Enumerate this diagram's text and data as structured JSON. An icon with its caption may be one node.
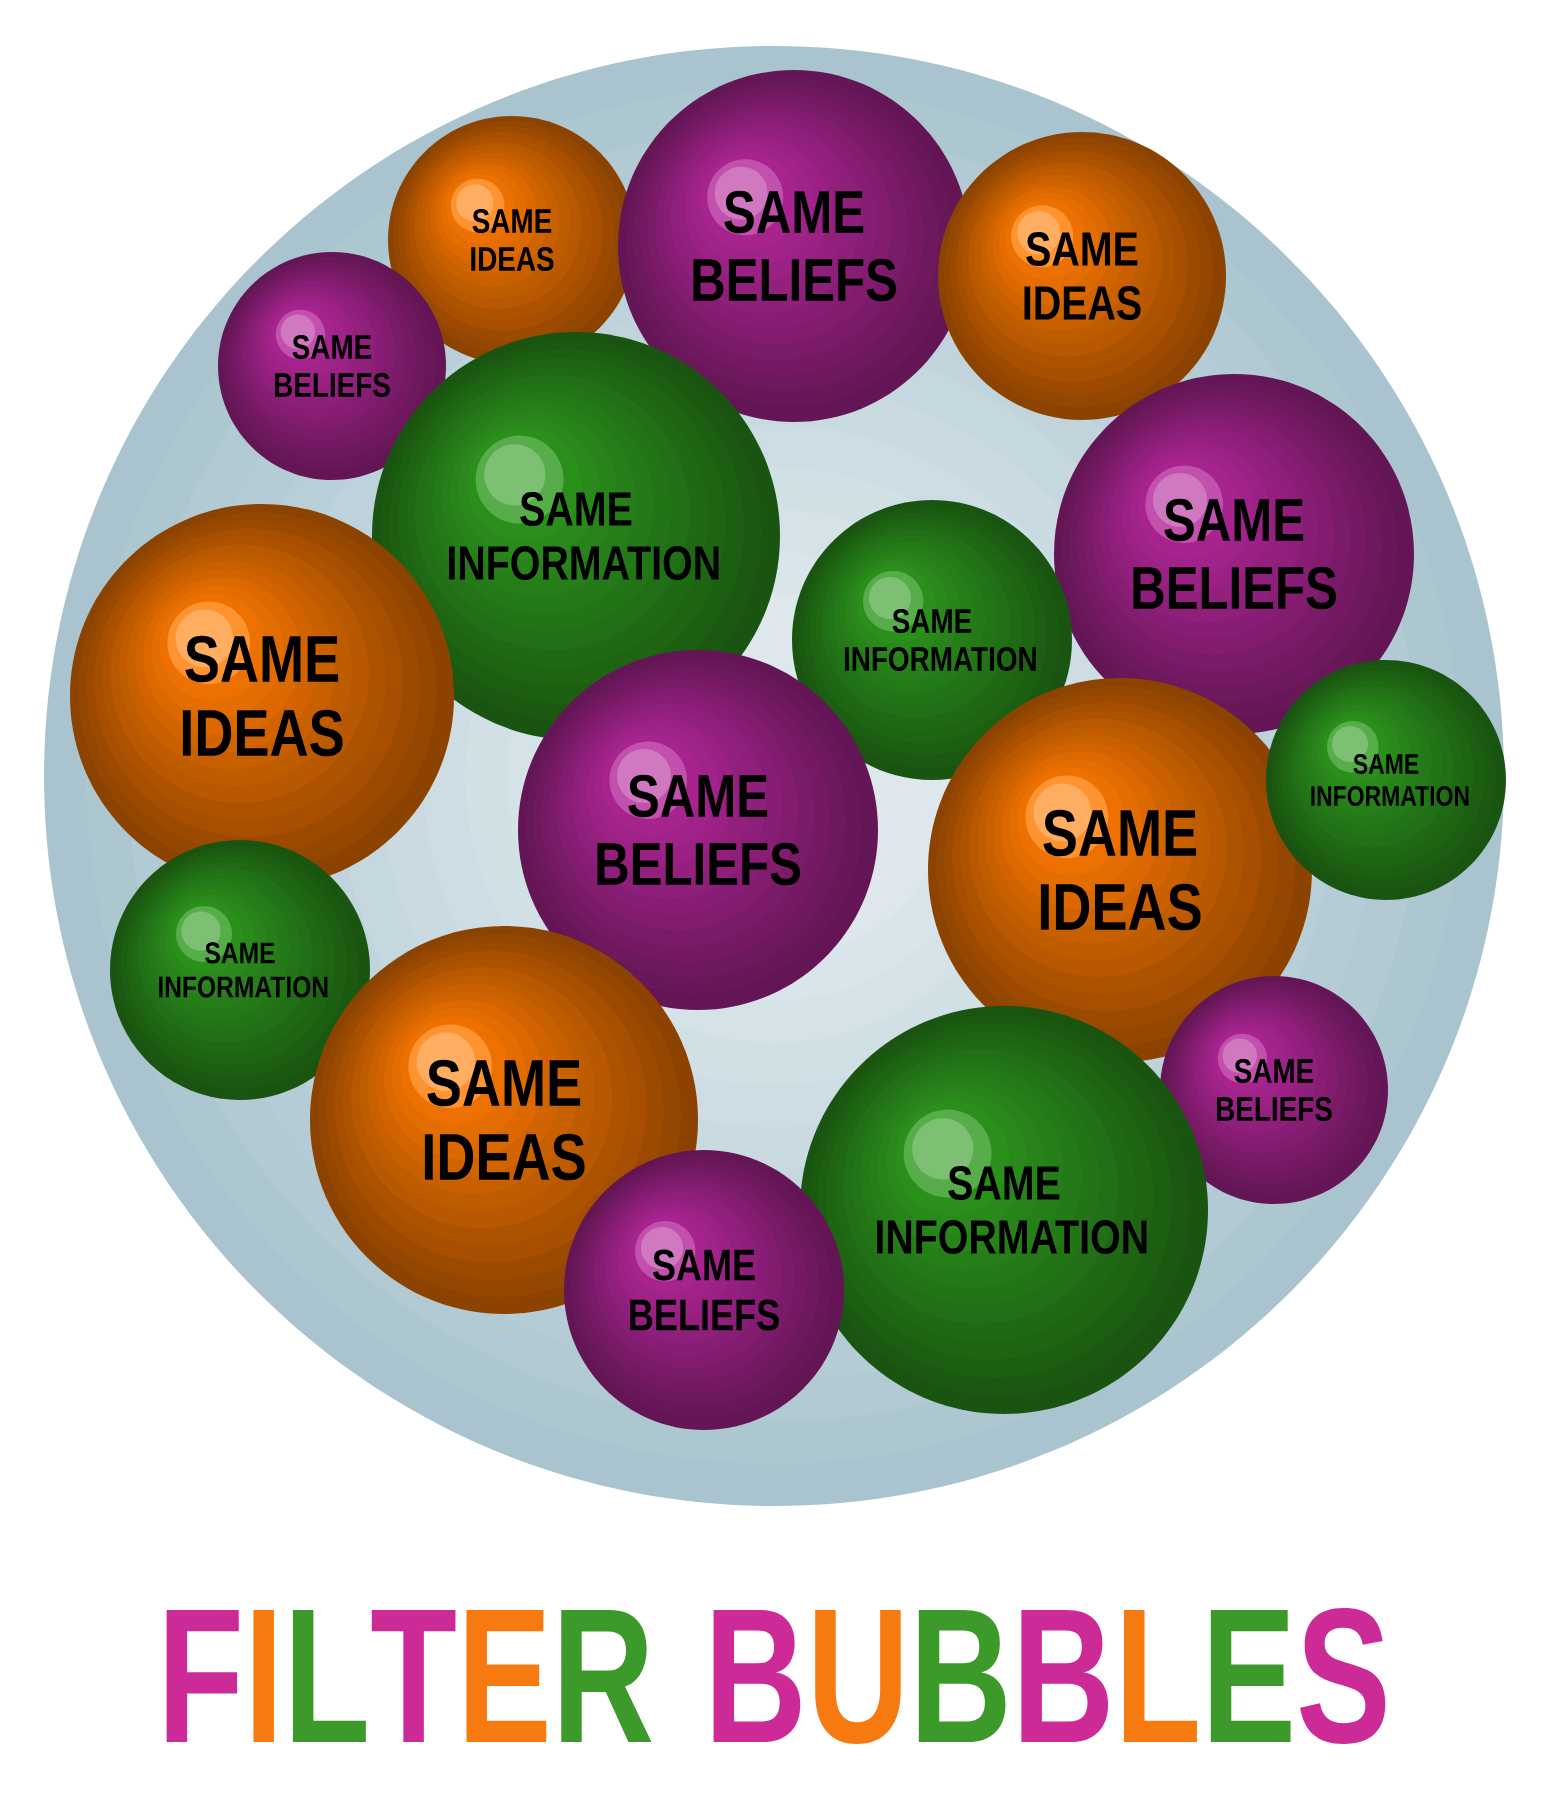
{
  "diagram": {
    "title": "FILTER BUBBLES",
    "nodes": [
      {
        "text": [],
        "shape": "circle"
      },
      {
        "text": [
          "SAME IDEAS"
        ],
        "in": 0
      },
      {
        "text": [
          "SAME BELIEFS"
        ],
        "in": 0
      },
      {
        "text": [
          "SAME IDEAS"
        ],
        "in": 0
      },
      {
        "text": [
          "SAME BELIEFS"
        ],
        "in": 0
      },
      {
        "text": [
          "SAME INFORMATION"
        ],
        "in": 0
      },
      {
        "text": [
          "SAME BELIEFS"
        ],
        "in": 0
      },
      {
        "text": [
          "SAME INFORMATION"
        ],
        "in": 0
      },
      {
        "text": [
          "SAME IDEAS"
        ],
        "in": 0
      },
      {
        "text": [
          "SAME INFORMATION"
        ],
        "in": 0
      },
      {
        "text": [
          "SAME BELIEFS"
        ],
        "in": 0
      },
      {
        "text": [
          "SAME IDEAS"
        ],
        "in": 0
      },
      {
        "text": [
          "SAME INFORMATION"
        ],
        "in": 0
      },
      {
        "text": [
          "SAME IDEAS"
        ],
        "in": 0
      },
      {
        "text": [
          "SAME BELIEFS"
        ],
        "in": 0
      },
      {
        "text": [
          "SAME INFORMATION"
        ],
        "in": 0
      },
      {
        "text": [
          "SAME BELIEFS"
        ],
        "in": 0
      }
    ]
  }
}
